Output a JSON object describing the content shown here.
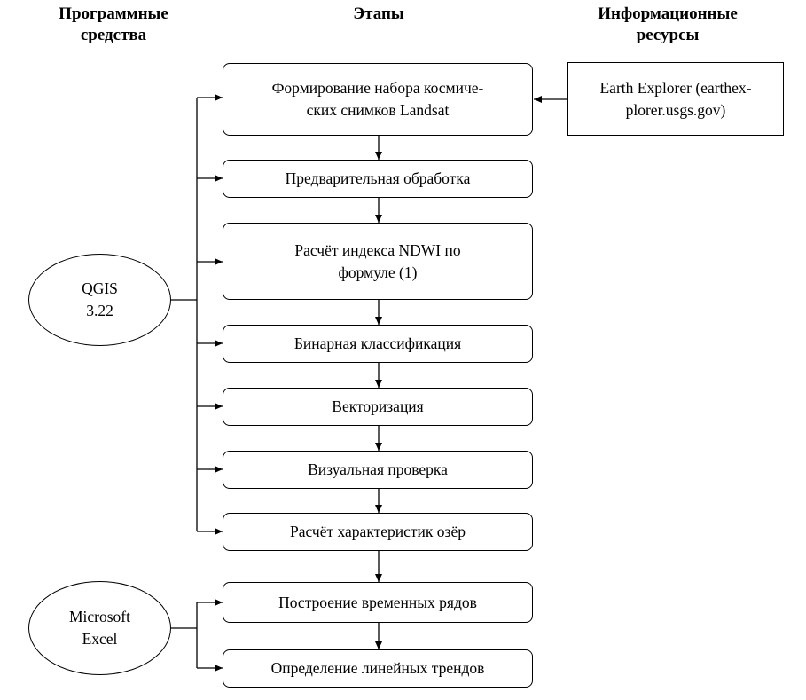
{
  "headers": {
    "tools": [
      "Программные",
      "средства"
    ],
    "stages": [
      "Этапы"
    ],
    "resources": [
      "Информационные",
      "ресурсы"
    ]
  },
  "stages": [
    {
      "lines": [
        "Формирование набора космиче-",
        "ских снимков Landsat"
      ]
    },
    {
      "lines": [
        "Предварительная обработка"
      ]
    },
    {
      "lines": [
        "Расчёт индекса NDWI по",
        "формуле (1)"
      ]
    },
    {
      "lines": [
        "Бинарная классификация"
      ]
    },
    {
      "lines": [
        "Векторизация"
      ]
    },
    {
      "lines": [
        "Визуальная проверка"
      ]
    },
    {
      "lines": [
        "Расчёт характеристик озёр"
      ]
    },
    {
      "lines": [
        "Построение временных рядов"
      ]
    },
    {
      "lines": [
        "Определение линейных трендов"
      ]
    }
  ],
  "resource": {
    "lines": [
      "Earth Explorer (earthex-",
      "plorer.usgs.gov)"
    ]
  },
  "tools": [
    {
      "lines": [
        "QGIS",
        "3.22"
      ]
    },
    {
      "lines": [
        "Microsoft",
        "Excel"
      ]
    }
  ]
}
